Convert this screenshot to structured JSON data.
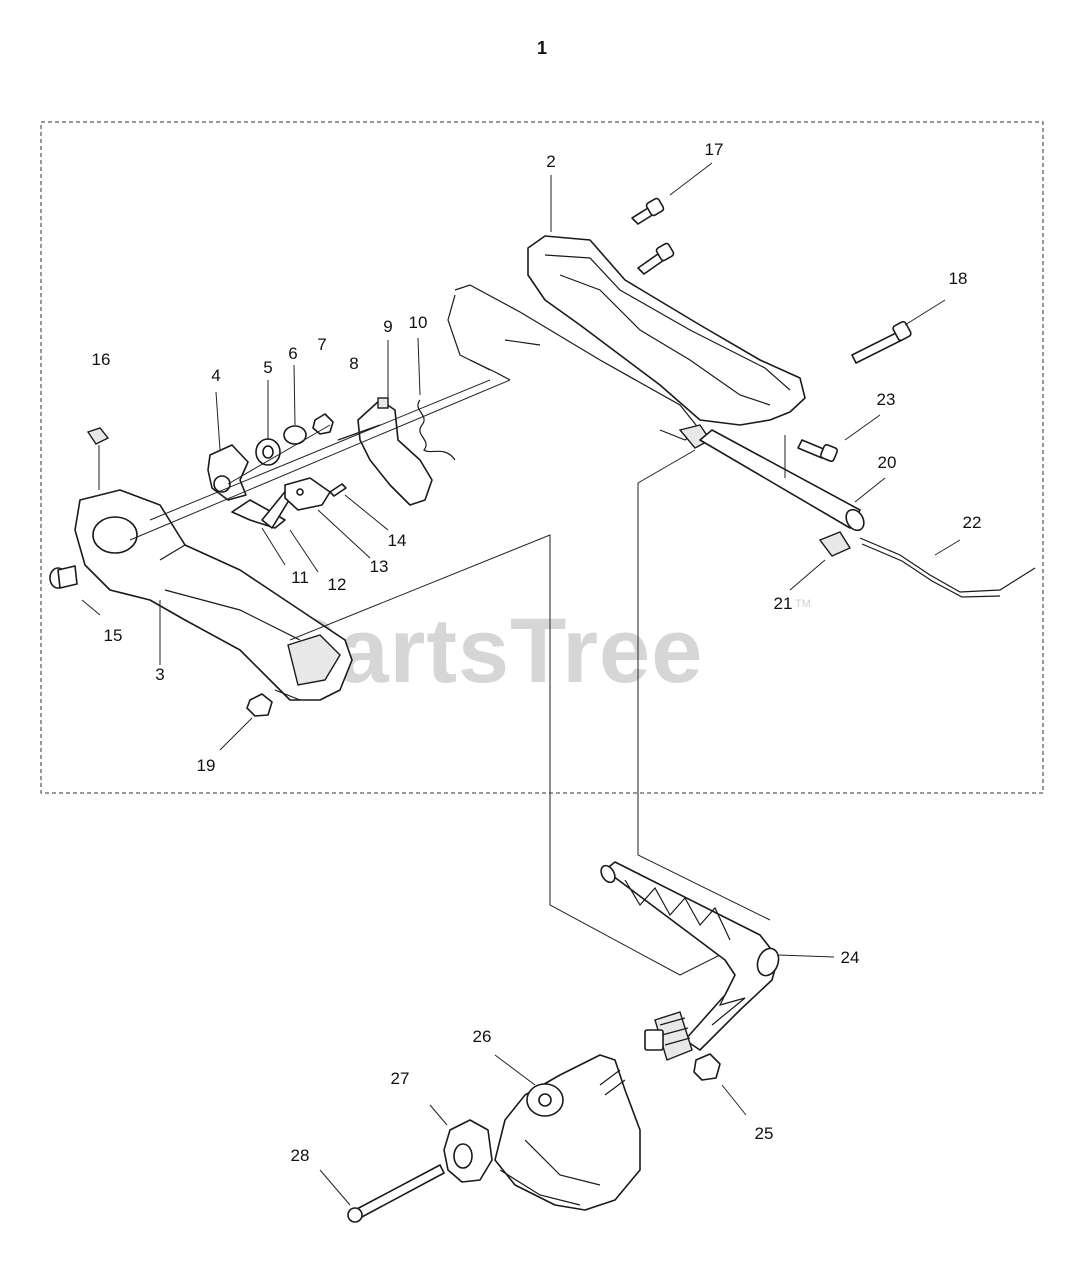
{
  "diagram": {
    "title": "1",
    "watermark": "PartsTree",
    "watermark_tm": "TM",
    "labels": [
      {
        "id": "2",
        "text": "2"
      },
      {
        "id": "3",
        "text": "3"
      },
      {
        "id": "4",
        "text": "4"
      },
      {
        "id": "5",
        "text": "5"
      },
      {
        "id": "6",
        "text": "6"
      },
      {
        "id": "7",
        "text": "7"
      },
      {
        "id": "8",
        "text": "8"
      },
      {
        "id": "9",
        "text": "9"
      },
      {
        "id": "10",
        "text": "10"
      },
      {
        "id": "11",
        "text": "11"
      },
      {
        "id": "12",
        "text": "12"
      },
      {
        "id": "13",
        "text": "13"
      },
      {
        "id": "14",
        "text": "14"
      },
      {
        "id": "15",
        "text": "15"
      },
      {
        "id": "16",
        "text": "16"
      },
      {
        "id": "17",
        "text": "17"
      },
      {
        "id": "18",
        "text": "18"
      },
      {
        "id": "19",
        "text": "19"
      },
      {
        "id": "20",
        "text": "20"
      },
      {
        "id": "21",
        "text": "21"
      },
      {
        "id": "22",
        "text": "22"
      },
      {
        "id": "23",
        "text": "23"
      },
      {
        "id": "24",
        "text": "24"
      },
      {
        "id": "25",
        "text": "25"
      },
      {
        "id": "26",
        "text": "26"
      },
      {
        "id": "27",
        "text": "27"
      },
      {
        "id": "28",
        "text": "28"
      }
    ]
  }
}
